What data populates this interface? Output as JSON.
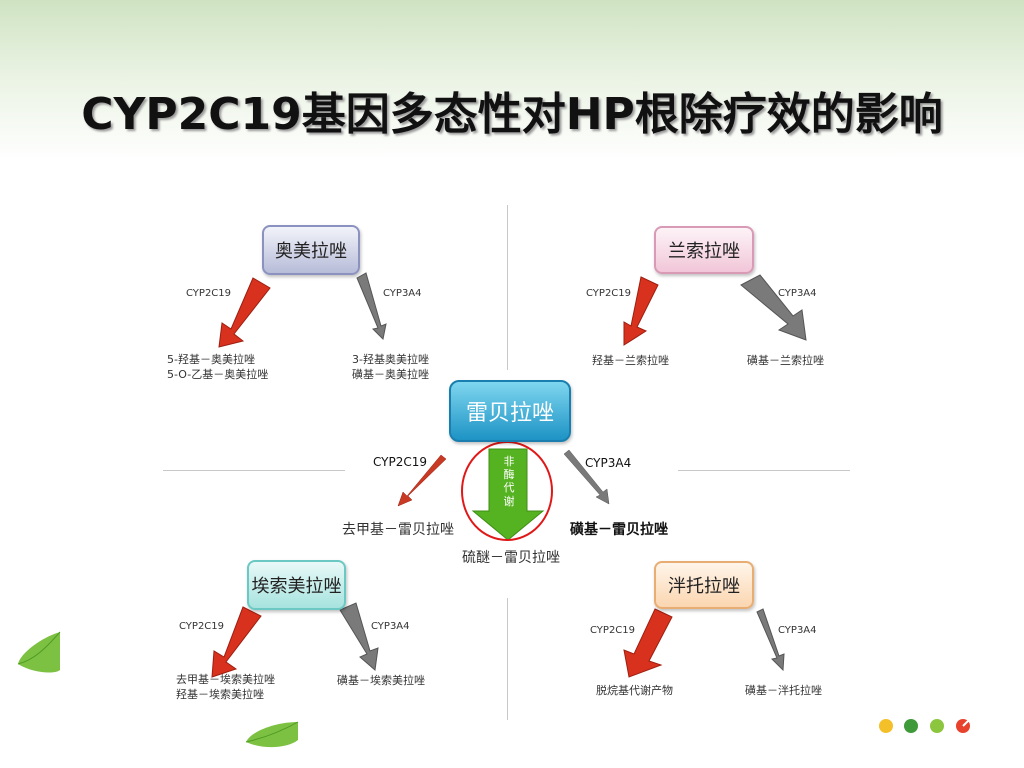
{
  "title": "CYP2C19基因多态性对HP根除疗效的影响",
  "colors": {
    "red_arrow": "#d8321e",
    "gray_arrow": "#707070",
    "green_arrow": "#4fae1d",
    "circle": "#e01818"
  },
  "center": {
    "drug": "雷贝拉唑",
    "non_enzymatic": [
      "非",
      "酶",
      "代",
      "谢"
    ],
    "cyp2c19_label": "CYP2C19",
    "cyp3a4_label": "CYP3A4",
    "cyp2c19_product": "去甲基－雷贝拉唑",
    "cyp3a4_product": "磺基－雷贝拉唑",
    "non_enzymatic_product": "硫醚－雷贝拉唑"
  },
  "omeprazole": {
    "drug": "奥美拉唑",
    "cyp2c19_label": "CYP2C19",
    "cyp3a4_label": "CYP3A4",
    "cyp2c19_products": [
      "5-羟基－奥美拉唑",
      "5-O-乙基－奥美拉唑"
    ],
    "cyp3a4_products": [
      "3-羟基奥美拉唑",
      "磺基－奥美拉唑"
    ]
  },
  "lansoprazole": {
    "drug": "兰索拉唑",
    "cyp2c19_label": "CYP2C19",
    "cyp3a4_label": "CYP3A4",
    "cyp2c19_products": [
      "羟基－兰索拉唑"
    ],
    "cyp3a4_products": [
      "磺基－兰索拉唑"
    ]
  },
  "esomeprazole": {
    "drug": "埃索美拉唑",
    "cyp2c19_label": "CYP2C19",
    "cyp3a4_label": "CYP3A4",
    "cyp2c19_products": [
      "去甲基－埃索美拉唑",
      "羟基－埃索美拉唑"
    ],
    "cyp3a4_products": [
      "磺基－埃索美拉唑"
    ]
  },
  "pantoprazole": {
    "drug": "泮托拉唑",
    "cyp2c19_label": "CYP2C19",
    "cyp3a4_label": "CYP3A4",
    "cyp2c19_products": [
      "脱烷基代谢产物"
    ],
    "cyp3a4_products": [
      "磺基－泮托拉唑"
    ]
  }
}
